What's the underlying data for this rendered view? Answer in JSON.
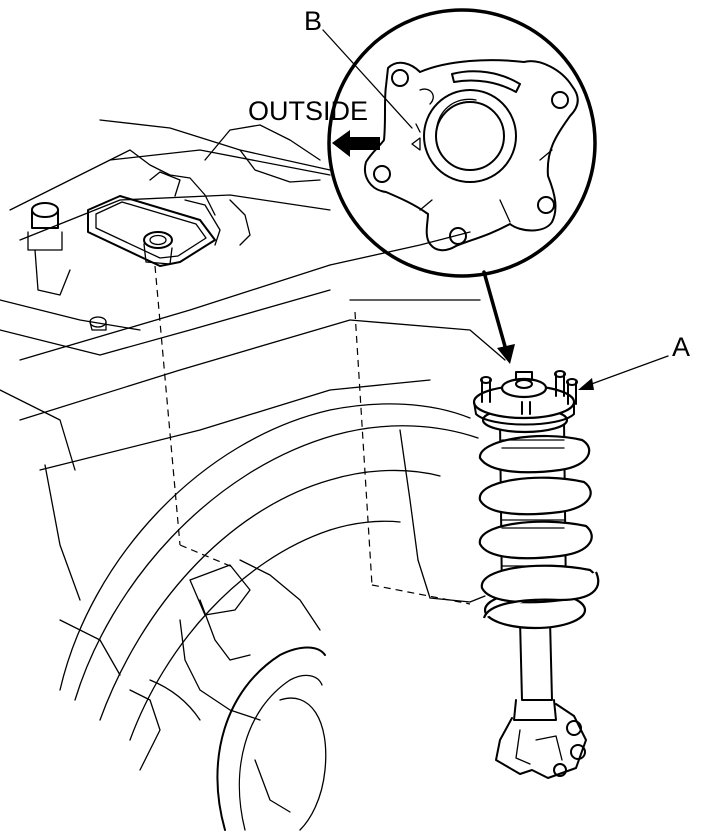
{
  "callouts": {
    "a": "A",
    "b": "B",
    "outside": "OUTSIDE"
  },
  "colors": {
    "line": "#000000",
    "background": "#ffffff"
  },
  "icons": {
    "direction": "arrow-left-icon"
  }
}
